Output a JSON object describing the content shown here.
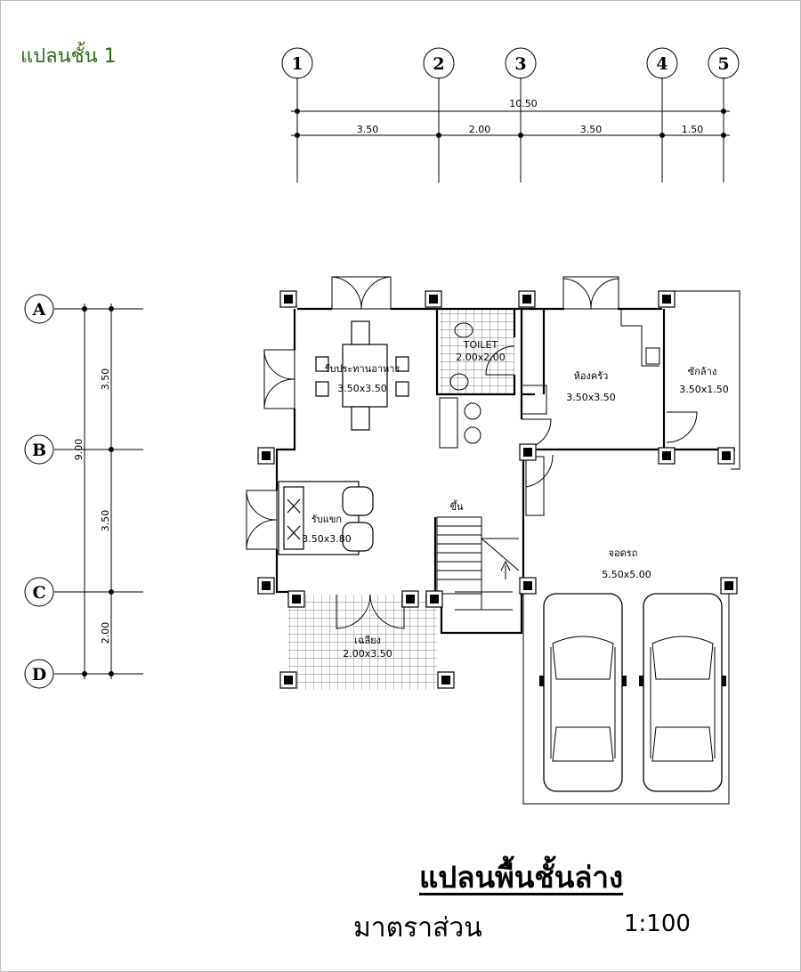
{
  "header": {
    "label": "แปลนชั้น 1"
  },
  "grid": {
    "columns": [
      "1",
      "2",
      "3",
      "4",
      "5"
    ],
    "rows": [
      "A",
      "B",
      "C",
      "D"
    ],
    "overall_x": "10.50",
    "spans_x": [
      "3.50",
      "2.00",
      "3.50",
      "1.50"
    ],
    "overall_y": "9.00",
    "spans_y": [
      "3.50",
      "3.50",
      "2.00"
    ]
  },
  "rooms": {
    "dining": {
      "name": "รับประทานอาหาร",
      "size": "3.50x3.50"
    },
    "toilet": {
      "name": "TOILET",
      "size": "2.00x2.00"
    },
    "kitchen": {
      "name": "ห้องครัว",
      "size": "3.50x3.50"
    },
    "laundry": {
      "name": "ซักล้าง",
      "size": "3.50x1.50"
    },
    "living": {
      "name": "รับแขก",
      "size": "3.50x3.80"
    },
    "stair": {
      "name": "ขึ้น"
    },
    "garage": {
      "name": "จอดรถ",
      "size": "5.50x5.00"
    },
    "porch": {
      "name": "เฉลียง",
      "size": "2.00x3.50"
    }
  },
  "footer": {
    "title": "แปลนพื้นชั้นล่าง",
    "scale_label": "มาตราส่วน",
    "scale_value": "1:100"
  }
}
